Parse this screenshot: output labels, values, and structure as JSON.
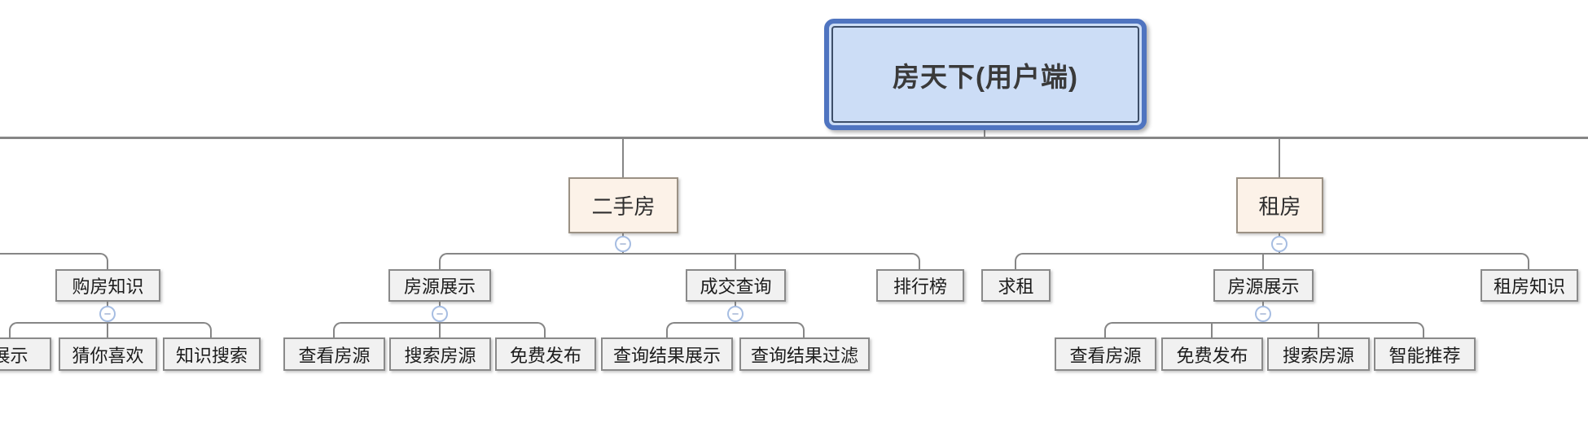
{
  "mindmap": {
    "root": {
      "label": "房天下(用户端)"
    },
    "partial_left_branch": {
      "children": [
        {
          "label": "购房知识",
          "children": [
            {
              "label": "展示",
              "cut_off_at_left_edge": true
            },
            {
              "label": "猜你喜欢"
            },
            {
              "label": "知识搜索"
            }
          ]
        }
      ]
    },
    "branches": [
      {
        "label": "二手房",
        "children": [
          {
            "label": "房源展示",
            "children": [
              {
                "label": "查看房源"
              },
              {
                "label": "搜索房源"
              },
              {
                "label": "免费发布"
              }
            ]
          },
          {
            "label": "成交查询",
            "children": [
              {
                "label": "查询结果展示"
              },
              {
                "label": "查询结果过滤"
              }
            ]
          },
          {
            "label": "排行榜",
            "children": []
          }
        ]
      },
      {
        "label": "租房",
        "children": [
          {
            "label": "求租",
            "children": []
          },
          {
            "label": "房源展示",
            "children": [
              {
                "label": "查看房源"
              },
              {
                "label": "免费发布"
              },
              {
                "label": "搜索房源"
              },
              {
                "label": "智能推荐"
              }
            ]
          },
          {
            "label": "租房知识",
            "children": []
          }
        ]
      }
    ],
    "collapse_glyph": "−",
    "colors": {
      "root_fill": "#ccddf6",
      "root_outer_border": "#4f74c0",
      "root_inner_border": "#3d4e68",
      "branch_fill": "#fcf2e8",
      "branch_border": "#9b9184",
      "topic_fill": "#f1f1f1",
      "topic_border": "#8a8a8a",
      "connector": "#868686",
      "collapse_border": "#a6bde2",
      "text": "#1c1c1c"
    }
  }
}
